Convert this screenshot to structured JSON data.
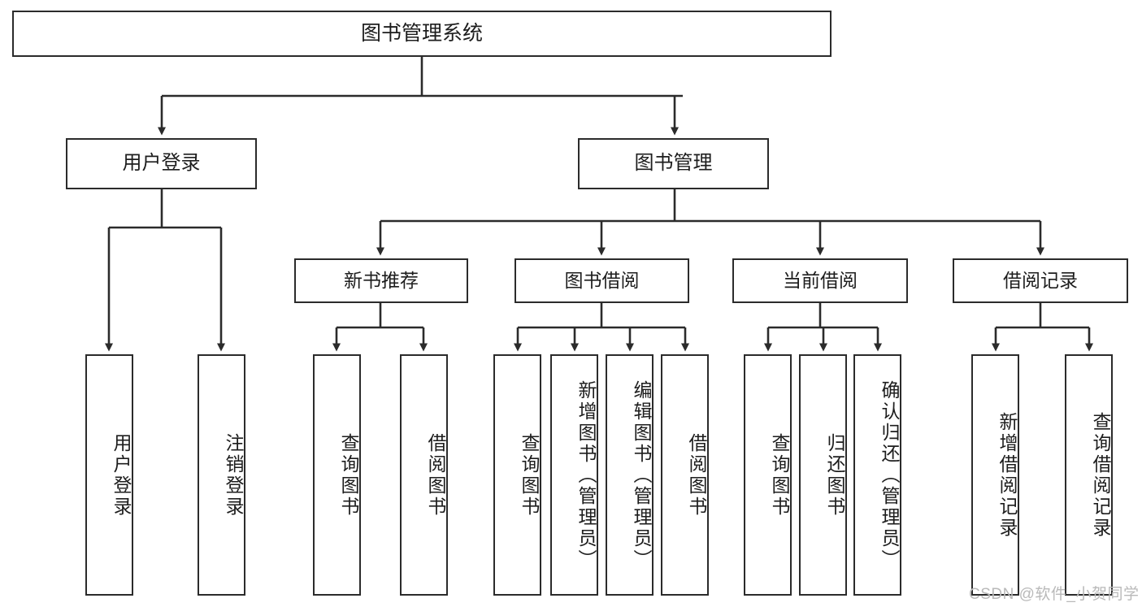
{
  "diagram": {
    "title": "图书管理系统",
    "watermark": "CSDN @软件_小贺同学",
    "line_color": "#2b2b2b",
    "box_fill": "#ffffff",
    "text_color": "#1d1d1d",
    "watermark_color": "#b9b9b9"
  },
  "nodes": {
    "root": {
      "label": "图书管理系统"
    },
    "level2": [
      {
        "label": "用户登录"
      },
      {
        "label": "图书管理"
      }
    ],
    "level3": [
      {
        "label": "新书推荐"
      },
      {
        "label": "图书借阅"
      },
      {
        "label": "当前借阅"
      },
      {
        "label": "借阅记录"
      }
    ],
    "leaves_user_login": [
      {
        "label": "用户登录"
      },
      {
        "label": "注销登录"
      }
    ],
    "leaves_new_books": [
      {
        "label": "查询图书"
      },
      {
        "label": "借阅图书"
      }
    ],
    "leaves_borrow": [
      {
        "label": "查询图书"
      },
      {
        "label": "新增图书（管理员）"
      },
      {
        "label": "编辑图书（管理员）"
      },
      {
        "label": "借阅图书"
      }
    ],
    "leaves_current": [
      {
        "label": "查询图书"
      },
      {
        "label": "归还图书"
      },
      {
        "label": "确认归还（管理员）"
      }
    ],
    "leaves_records": [
      {
        "label": "新增借阅记录"
      },
      {
        "label": "查询借阅记录"
      }
    ]
  }
}
